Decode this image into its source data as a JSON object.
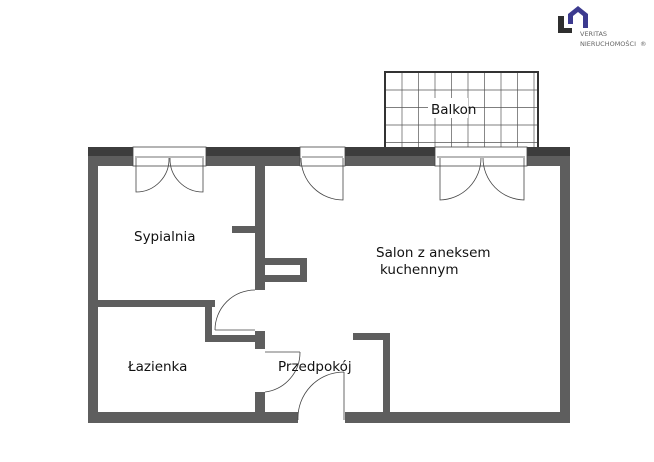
{
  "logo": {
    "line1": "VERITAS",
    "line2": "NIERUCHOMOŚCI",
    "mark": "®",
    "color_dark": "#2f2f2f",
    "color_accent": "#3c3a8f"
  },
  "rooms": {
    "balkon": "Balkon",
    "sypialnia": "Sypialnia",
    "salon_line1": "Salon z aneksem",
    "salon_line2": "kuchennym",
    "lazienka": "Łazienka",
    "przedpokoj": "Przedpokój"
  },
  "colors": {
    "wall": "#5e5e5e",
    "exterior_wall": "#3d3d3d"
  }
}
